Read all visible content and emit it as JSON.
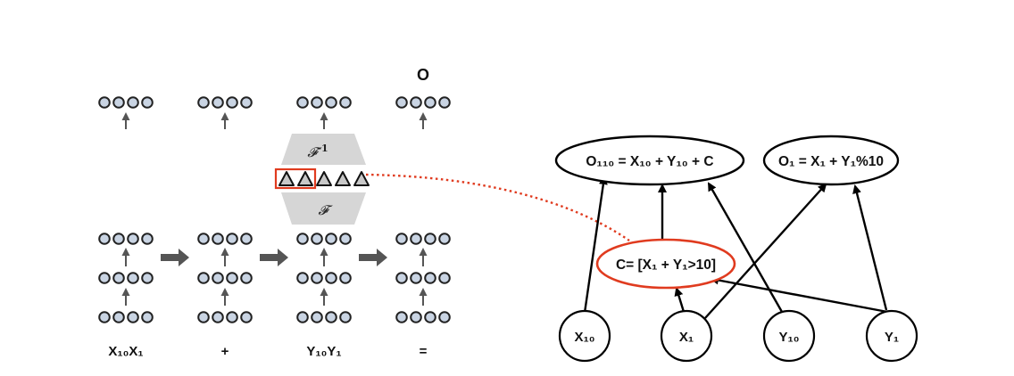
{
  "left_panel": {
    "top_label": "O",
    "bottom_labels": [
      "X₁₀X₁",
      "+",
      "Y₁₀Y₁",
      "="
    ],
    "fourier_top": "𝓕",
    "fourier_top_sup": "-1",
    "fourier_bottom": "𝓕"
  },
  "graph": {
    "outputs": {
      "o110": "O₁₁₀ = X₁₀ + Y₁₀ + C",
      "o1": "O₁ = X₁ + Y₁%10"
    },
    "carry": "C= [X₁ + Y₁>10]",
    "inputs": [
      "X₁₀",
      "X₁",
      "Y₁₀",
      "Y₁"
    ]
  },
  "colors": {
    "neuron_fill": "#c9d4e3",
    "neuron_stroke": "#222222",
    "arrow_gray": "#555555",
    "trapezoid_gray": "#d6d6d6",
    "highlight_red": "#e03b1f",
    "triangle_fill": "#c8c8c8"
  }
}
